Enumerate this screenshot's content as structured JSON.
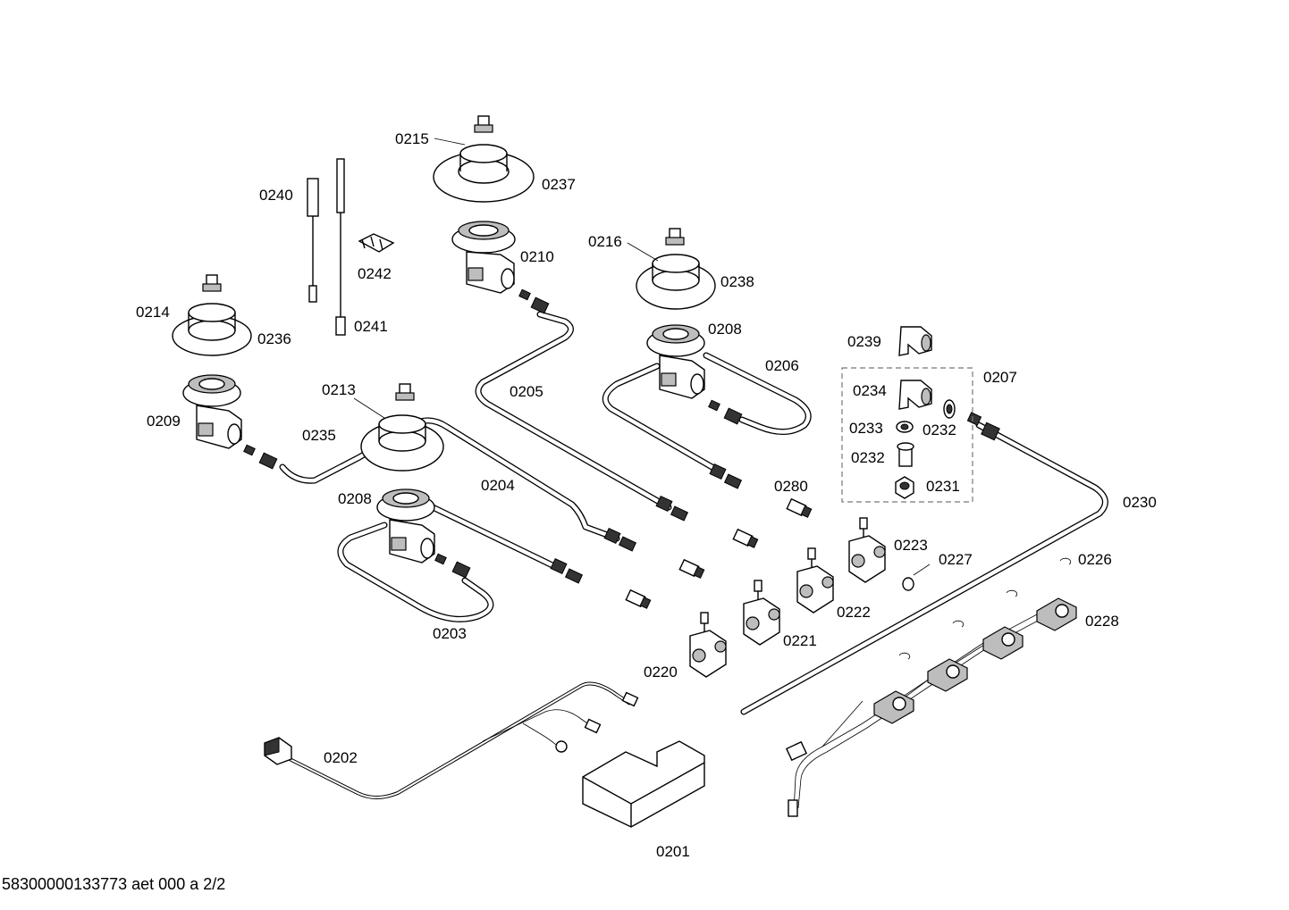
{
  "footer": "58300000133773 aet 000 a 2/2",
  "labels": {
    "p0215": "0215",
    "p0237": "0237",
    "p0240": "0240",
    "p0242": "0242",
    "p0210": "0210",
    "p0216": "0216",
    "p0238": "0238",
    "p0214": "0214",
    "p0236": "0236",
    "p0241": "0241",
    "p0208a": "0208",
    "p0239": "0239",
    "p0206": "0206",
    "p0207": "0207",
    "p0213": "0213",
    "p0205": "0205",
    "p0234": "0234",
    "p0209": "0209",
    "p0235": "0235",
    "p0233": "0233",
    "p0232a": "0232",
    "p0232b": "0232",
    "p0204": "0204",
    "p0280": "0280",
    "p0231": "0231",
    "p0208b": "0208",
    "p0230": "0230",
    "p0223": "0223",
    "p0227": "0227",
    "p0226": "0226",
    "p0222": "0222",
    "p0228": "0228",
    "p0203": "0203",
    "p0221": "0221",
    "p0220": "0220",
    "p0202": "0202",
    "p0201": "0201"
  }
}
